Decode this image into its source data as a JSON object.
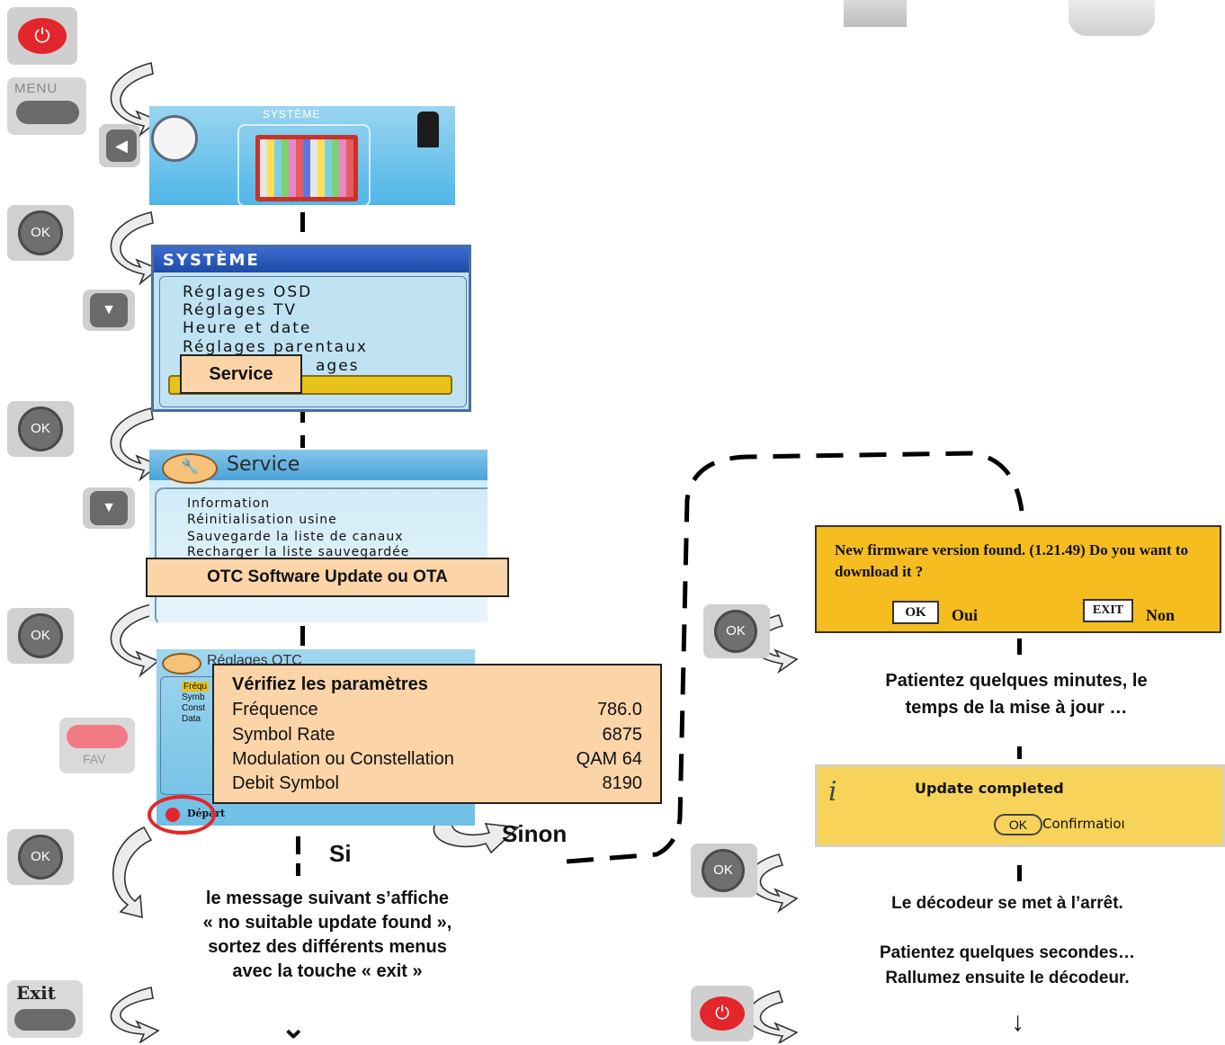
{
  "screen_systeme_banner": {
    "title": "SYSTÈME"
  },
  "screen_systeme_menu": {
    "title": "SYSTÈME",
    "items": [
      "Réglages OSD",
      "Réglages TV",
      "Heure et date",
      "Réglages parentaux",
      "ages"
    ]
  },
  "callout_service": "Service",
  "screen_service": {
    "title": "Service",
    "items": [
      "Information",
      "Réinitialisation usine",
      "Sauvegarde la liste de canaux",
      "Recharger la liste sauvegardée"
    ]
  },
  "callout_otc": "OTC Software Update ou OTA",
  "screen_otc": {
    "title": "Réglages OTC",
    "items": [
      "Fréqu",
      "Symb",
      "Const",
      "Data"
    ],
    "footer_label": "Départ"
  },
  "params": {
    "title": "Vérifiez les paramètres",
    "rows": [
      {
        "label": "Fréquence",
        "value": "786.0"
      },
      {
        "label": "Symbol Rate",
        "value": "6875"
      },
      {
        "label": "Modulation ou Constellation",
        "value": "QAM 64"
      },
      {
        "label": "Debit Symbol",
        "value": "8190"
      }
    ]
  },
  "buttons": {
    "menu": "MENU",
    "ok": "OK",
    "fav": "FAV",
    "exit": "Exit"
  },
  "branch": {
    "yes": "Si",
    "no": "Sinon"
  },
  "no_update_message": [
    "le message suivant s’affiche",
    "« no suitable update found »,",
    "sortez des différents menus",
    "avec la touche « exit »"
  ],
  "firmware_dialog": {
    "message": "New firmware version found. (1.21.49) Do you want to download it ?",
    "ok_key": "OK",
    "ok_label": "Oui",
    "exit_key": "EXIT",
    "exit_label": "Non"
  },
  "wait_text": [
    "Patientez quelques minutes, le",
    "temps de la mise à jour …"
  ],
  "update_dialog": {
    "message": "Update completed",
    "ok_key": "OK",
    "ok_label": "Confirmatioı"
  },
  "shutdown_text": "Le décodeur se met à l’arrêt.",
  "restart_text": [
    "Patientez quelques secondes…",
    "Rallumez ensuite le décodeur."
  ],
  "colors": {
    "dialog_yellow": "#f5bd1f",
    "callout_orange": "#fbd4a8",
    "menu_highlight": "#e8c21a",
    "power_red": "#e3262b"
  }
}
